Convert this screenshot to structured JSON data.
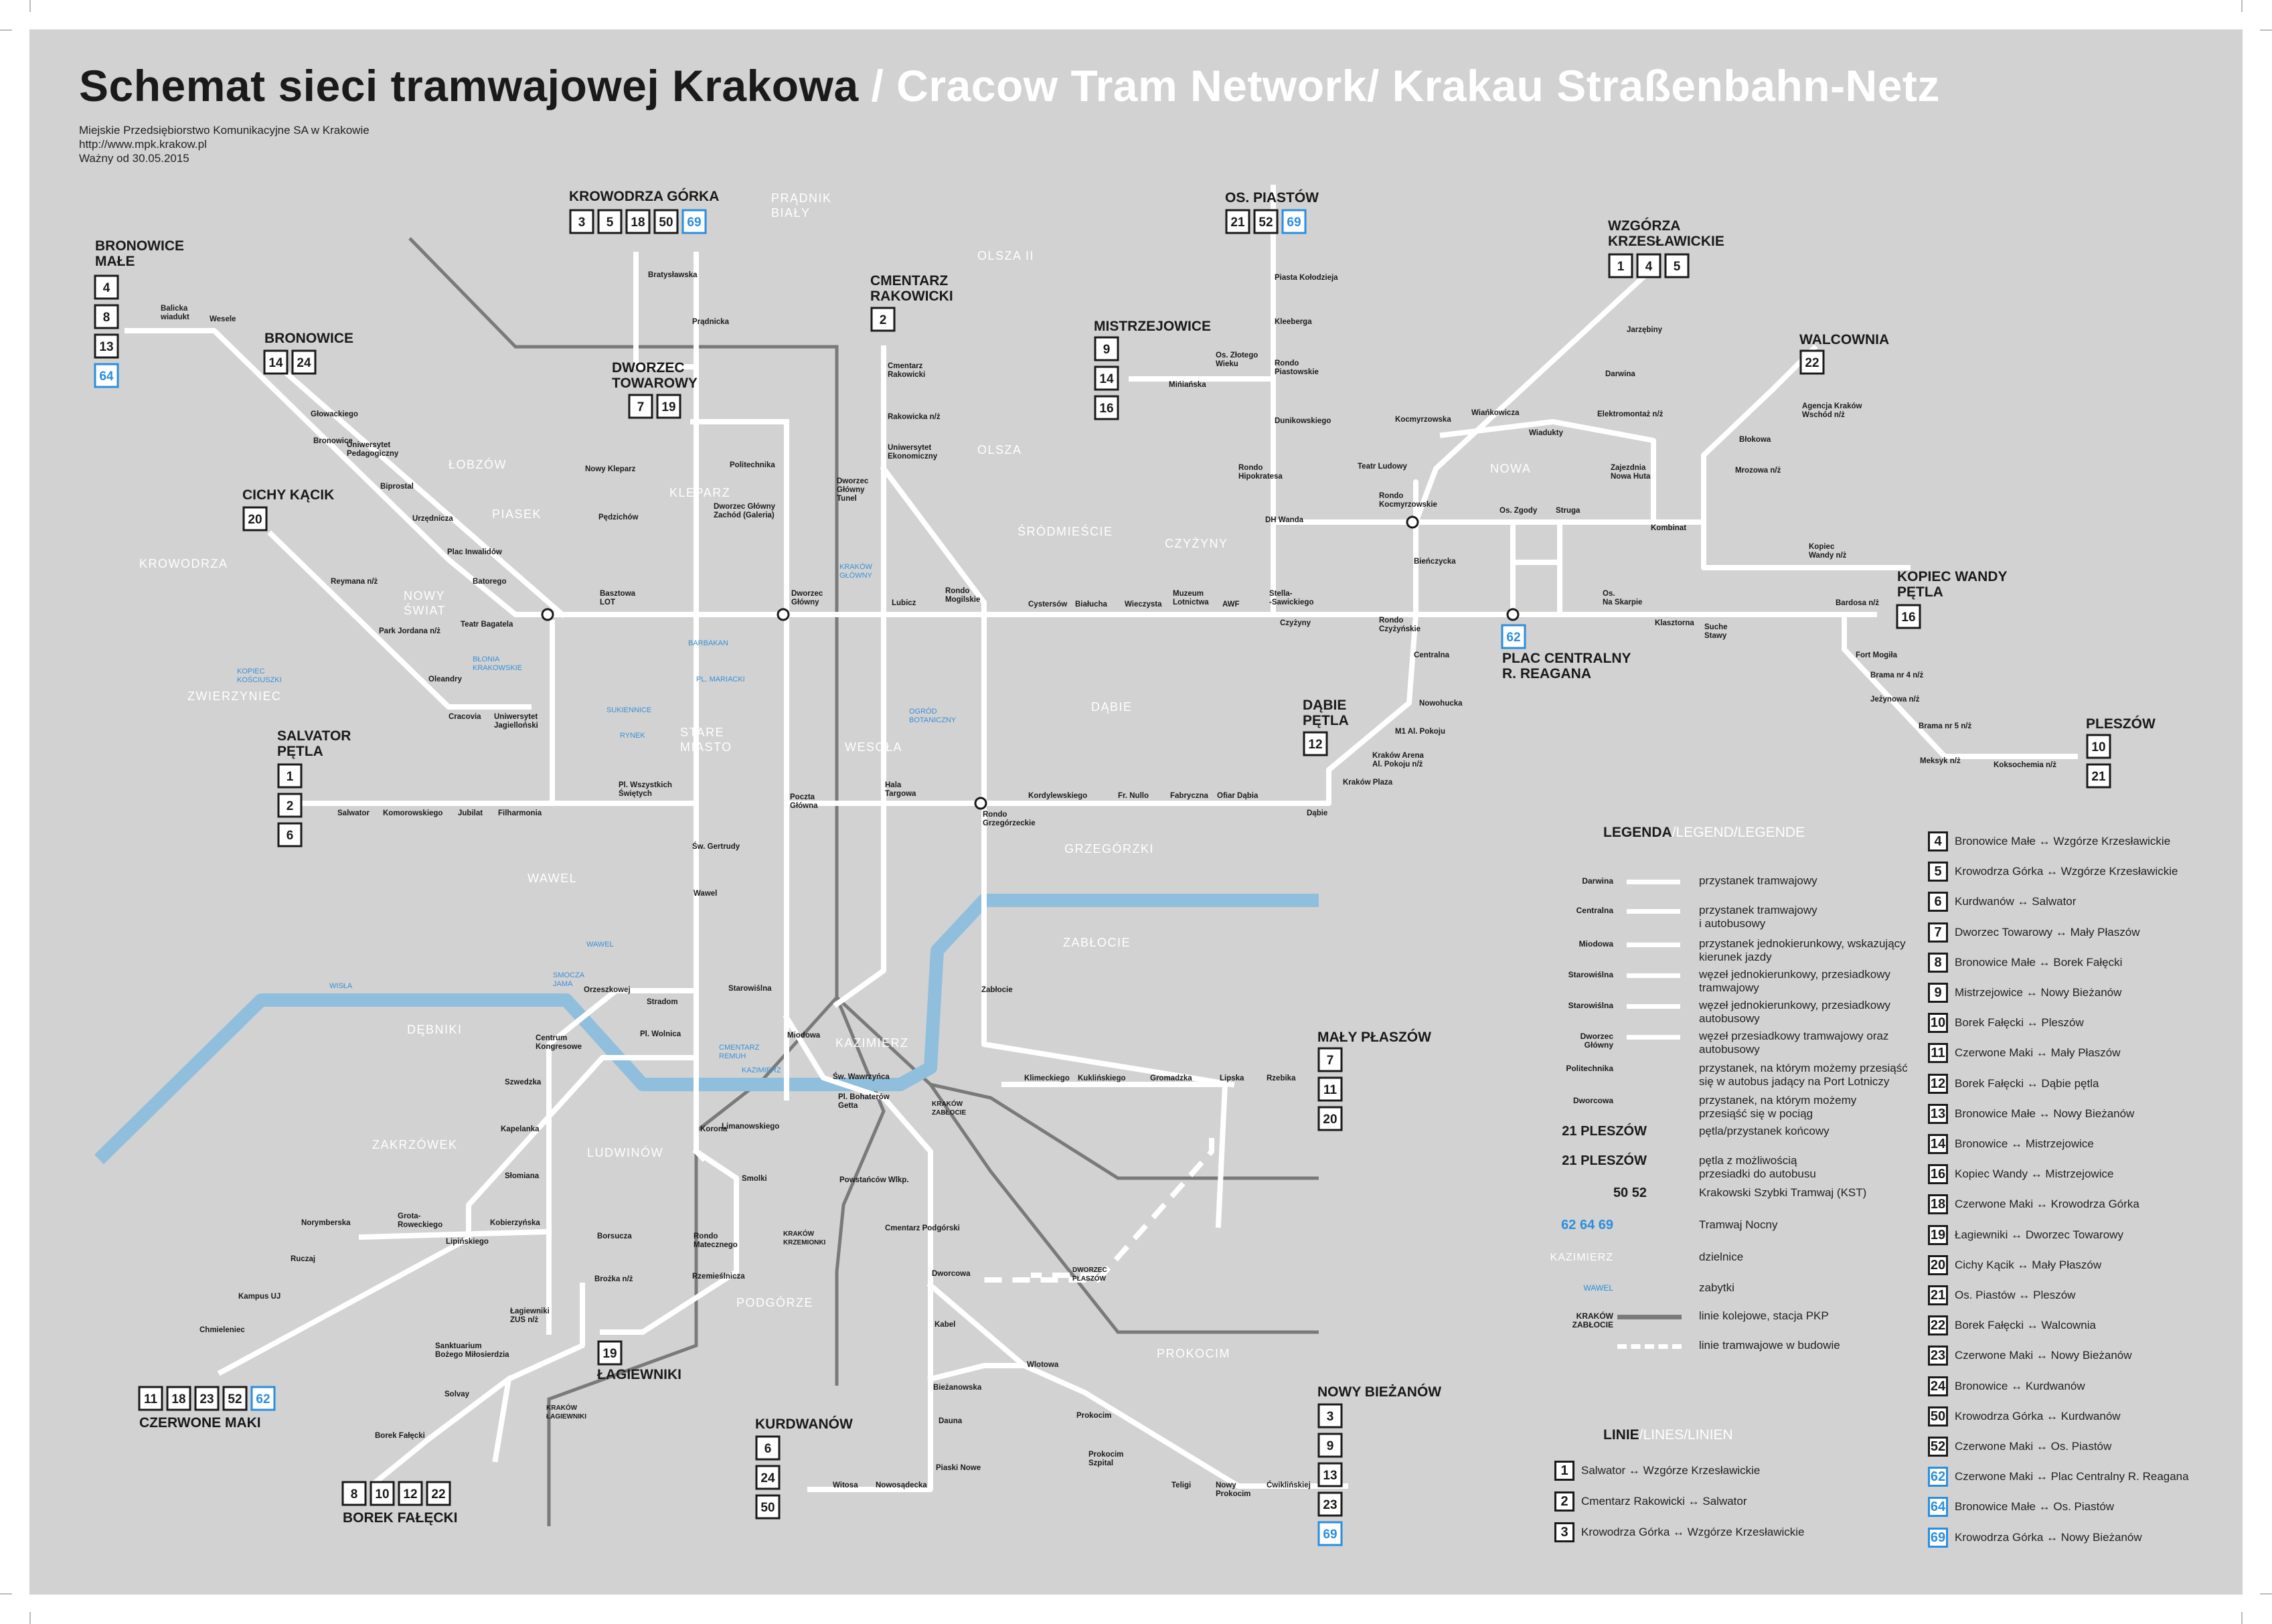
{
  "header": {
    "title_pl": "Schemat sieci tramwajowej Krakowa",
    "title_en": " / Cracow Tram Network/ Krakau Straßenbahn-Netz",
    "operator": "Miejskie Przedsiębiorstwo Komunikacyjne SA w Krakowie",
    "url": "http://www.mpk.krakow.pl",
    "valid_from": "Ważny od 30.05.2015"
  },
  "colors": {
    "background": "#d2d2d2",
    "tram": "#ffffff",
    "river": "#8fbfdc",
    "rail": "#7a7a7a",
    "night": "#2a8ee0",
    "text": "#1a1a1a"
  },
  "terminals": {
    "bronowice_male": {
      "name": "BRONOWICE\nMAŁE",
      "lines": [
        "4",
        "8",
        "13",
        "64"
      ]
    },
    "krowodrza_gorka": {
      "name": "KROWODRZA GÓRKA",
      "lines": [
        "3",
        "5",
        "18",
        "50",
        "69"
      ]
    },
    "cmentarz_rakowicki": {
      "name": "CMENTARZ\nRAKOWICKI",
      "lines": [
        "2"
      ]
    },
    "os_piastow": {
      "name": "OS. PIASTÓW",
      "lines": [
        "21",
        "52",
        "69"
      ]
    },
    "wzgorza": {
      "name": "WZGÓRZA\nKRZESŁAWICKIE",
      "lines": [
        "1",
        "4",
        "5"
      ]
    },
    "walcownia": {
      "name": "WALCOWNIA",
      "lines": [
        "22"
      ]
    },
    "bronowice": {
      "name": "BRONOWICE",
      "lines": [
        "14",
        "24"
      ]
    },
    "mistrzejowice": {
      "name": "MISTRZEJOWICE",
      "lines": [
        "9",
        "14",
        "16"
      ]
    },
    "dworzec_towarowy": {
      "name": "DWORZEC\nTOWAROWY",
      "lines": [
        "7",
        "19"
      ]
    },
    "cichy_kacik": {
      "name": "CICHY KĄCIK",
      "lines": [
        "20"
      ]
    },
    "kopiec_wandy": {
      "name": "KOPIEC WANDY\nPĘTLA",
      "lines": [
        "16"
      ]
    },
    "plac_centralny": {
      "name": "PLAC CENTRALNY\nR. REAGANA",
      "lines": [
        "62"
      ]
    },
    "salwator": {
      "name": "SALVATOR\nPĘTLA",
      "lines": [
        "1",
        "2",
        "6"
      ]
    },
    "dabie": {
      "name": "DĄBIE\nPĘTLA",
      "lines": [
        "12"
      ]
    },
    "pleszow": {
      "name": "PLESZÓW",
      "lines": [
        "10",
        "21"
      ]
    },
    "maly_plaszow": {
      "name": "MAŁY PŁASZÓW",
      "lines": [
        "7",
        "11",
        "20"
      ]
    },
    "lagiewniki": {
      "name": "ŁAGIEWNIKI",
      "lines": [
        "19"
      ]
    },
    "czerwone_maki": {
      "name": "CZERWONE MAKI",
      "lines": [
        "11",
        "18",
        "23",
        "52",
        "62"
      ]
    },
    "borek": {
      "name": "BOREK FAŁĘCKI",
      "lines": [
        "8",
        "10",
        "12",
        "22"
      ]
    },
    "kurdwanow": {
      "name": "KURDWANÓW",
      "lines": [
        "6",
        "24",
        "50"
      ]
    },
    "nowy_biezanow": {
      "name": "NOWY BIEŻANÓW",
      "lines": [
        "3",
        "9",
        "13",
        "23",
        "69"
      ]
    }
  },
  "districts": [
    "PRĄDNIK\nBIAŁY",
    "OLSZA II",
    "ŁOBZÓW",
    "PIASEK",
    "KROWODRZA",
    "NOWY\nŚWIAT",
    "ZWIERZYNIEC",
    "KLEPARZ",
    "OLSZA",
    "ŚRÓDMIEŚCIE",
    "CZYŻYNY",
    "NOWA",
    "DĄBIE",
    "WESOŁA",
    "STARE\nMIASTO",
    "WAWEL",
    "GRZEGÓRZKI",
    "ZABŁOCIE",
    "DĘBNIKI",
    "KAZIMIERZ",
    "ZAKRZÓWEK",
    "LUDWINÓW",
    "PODGÓRZE",
    "PROKOCIM"
  ],
  "sights": [
    "KOPIEC\nKOŚCIUSZKI",
    "BŁONIA\nKRAKOWSKIE",
    "BARBAKAN",
    "PL. MARIACKI",
    "SUKIENNICE",
    "RYNEK",
    "OGRÓD\nBOTANICZNY",
    "KRAKÓW\nGŁÓWNY",
    "WAWEL",
    "SMOCZA\nJAMA",
    "CMENTARZ\nREMUH",
    "KAZIMIERZ",
    "WISŁA"
  ],
  "stops": [
    "Balicka\nwiadukt",
    "Wesele",
    "Głowackiego",
    "Uniwersytet\nPedagogiczny",
    "Bronowice",
    "Biprostal",
    "Urzędnicza",
    "Plac Inwalidów",
    "Batorego",
    "Reymana n/ż",
    "Teatr Bagatela",
    "Park Jordana n/ż",
    "Oleandry",
    "Cracovia",
    "Uniwersytet\nJagielloński",
    "Bratysławska",
    "Prądnicka",
    "Nowy Kleparz",
    "Pędzichów",
    "Politechnika",
    "Dworzec Główny\nZachód (Galeria)",
    "Basztowa\nLOT",
    "Dworzec\nGłówny",
    "Cmentarz\nRakowicki",
    "Rakowicka n/ż",
    "Uniwersytet\nEkonomiczny",
    "Dworzec\nGłówny\nTunel",
    "Lubicz",
    "Rondo\nMogilskie",
    "Cystersów",
    "Białucha",
    "Wieczysta",
    "Muzeum\nLotnictwa",
    "AWF",
    "Stella-\n-Sawickiego",
    "Czyżyny",
    "Rondo\nCzyżyńskie",
    "Rondo\nHipokratesa",
    "DH Wanda",
    "Rondo\nKocmyrzowskie",
    "Piasta Kołodzieja",
    "Kleeberga",
    "Os. Złotego\nWieku",
    "Mińiańska",
    "Rondo\nPiastowskie",
    "Dunikowskiego",
    "Jarzębiny",
    "Darwina",
    "Kocmyrzowska",
    "Wiańkowicza",
    "Wiadukty",
    "Elektromontaż n/ż",
    "Zajezdnia\nNowa Huta",
    "Teatr Ludowy",
    "Os. Zgody",
    "Struga",
    "Kombinat",
    "Agencja Kraków\nWschód n/ż",
    "Błokowa",
    "Mrozowa n/ż",
    "Kopiec\nWandy n/ż",
    "Bardosa n/ż",
    "Fort Mogiła",
    "Brama nr 4 n/ż",
    "Jeżynowa n/ż",
    "Brama nr 5 n/ż",
    "Meksyk n/ż",
    "Koksochemia n/ż",
    "Bieńczycka",
    "Centralna",
    "Os.\nNa Skarpie",
    "Klasztorna",
    "Suche\nStawy",
    "Nowohucka",
    "M1 Al. Pokoju",
    "Kraków Arena\nAl. Pokoju n/ż",
    "Kraków Plaza",
    "Dąbie",
    "Salwator",
    "Komorowskiego",
    "Jubilat",
    "Filharmonia",
    "Pl. Wszystkich\nŚwiętych",
    "Poczta\nGłówna",
    "Hala\nTargowa",
    "Rondo\nGrzegórzeckie",
    "Kordylewskiego",
    "Fr. Nullo",
    "Fabryczna",
    "Ofiar Dąbia",
    "Św. Gertrudy",
    "Wawel",
    "Orzeszkowej",
    "Stradom",
    "Starowiślna",
    "Centrum\nKongresowe",
    "Pl. Wolnica",
    "Miodowa",
    "Św. Wawrzyńca",
    "Zabłocie",
    "Klimeckiego",
    "Kuklińskiego",
    "Gromadzka",
    "Lipska",
    "Rzebika",
    "Szwedzka",
    "Kapelanka",
    "Słomiana",
    "Korona",
    "Limanowskiego",
    "Pl. Bohaterów\nGetta",
    "Smolki",
    "Powstańców Wlkp.",
    "Cmentarz Podgórski",
    "Norymberska",
    "Grota-\nRoweckiego",
    "Kobierzyńska",
    "Lipińskiego",
    "Borsucza",
    "Rondo\nMatecznego",
    "Brożka n/ż",
    "Rzemieślnicza",
    "Ruczaj",
    "Kampus UJ",
    "Chmieleniec",
    "Łagiewniki\nZUS n/ż",
    "Sanktuarium\nBożego Miłosierdzia",
    "Solvay",
    "Borek Fałęcki",
    "Dworcowa",
    "Kabel",
    "Wlotowa",
    "Bieżanowska",
    "Dauna",
    "Prokocim",
    "Prokocim\nSzpital",
    "Teligi",
    "Nowy\nProkocim",
    "Ćwiklińskiej",
    "Witosa",
    "Nowosądecka",
    "Piaski Nowe"
  ],
  "rail_stations": [
    "KRAKÓW\nZABŁOCIE",
    "KRAKÓW\nKRZEMIONKI",
    "KRAKÓW\nŁAGIEWNIKI",
    "DWORZEC\nPŁASZÓW"
  ],
  "legend": {
    "heading": "LEGENDA",
    "heading_alt": "/LEGEND/LEGENDE",
    "items": [
      {
        "sample": "Darwina",
        "text": "przystanek tramwajowy"
      },
      {
        "sample": "Centralna",
        "text": "przystanek tramwajowy\ni autobusowy"
      },
      {
        "sample": "Miodowa",
        "text": "przystanek jednokierunkowy, wskazujący\nkierunek jazdy"
      },
      {
        "sample": "Starowiślna",
        "text": "węzeł jednokierunkowy, przesiadkowy\ntramwajowy"
      },
      {
        "sample": "Starowiślna",
        "text": "węzeł jednokierunkowy, przesiadkowy\nautobusowy"
      },
      {
        "sample": "Dworzec Główny",
        "text": "węzeł przesiadkowy tramwajowy oraz\nautobusowy"
      },
      {
        "sample": "Politechnika",
        "text": "przystanek, na którym możemy przesiąść\nsię w autobus jadący na Port Lotniczy"
      },
      {
        "sample": "Dworcowa",
        "text": "przystanek, na którym możemy\nprzesiąść się w pociąg"
      },
      {
        "sample_num": "21",
        "sample": "PLESZÓW",
        "text": "pętla/przystanek końcowy"
      },
      {
        "sample_num": "21",
        "sample": "PLESZÓW",
        "text": "pętla z możliwością\nprzesiadki do autobusu"
      },
      {
        "sample": "50 52",
        "text": "Krakowski Szybki Tramwaj (KST)"
      },
      {
        "sample": "62 64 69",
        "text": "Tramwaj Nocny"
      },
      {
        "sample": "KAZIMIERZ",
        "text": "dzielnice"
      },
      {
        "sample": "WAWEL",
        "text": "zabytki"
      },
      {
        "sample": "KRAKÓW\nZABŁOCIE",
        "text": "linie kolejowe, stacja PKP"
      },
      {
        "sample": "",
        "text": "linie tramwajowe w budowie"
      }
    ],
    "lines_heading": "LINIE",
    "lines_heading_alt": "/LINES/LINIEN"
  },
  "lines": [
    {
      "num": "1",
      "route": "Salwator ↔ Wzgórze Krzesławickie",
      "night": false
    },
    {
      "num": "2",
      "route": "Cmentarz Rakowicki ↔ Salwator",
      "night": false
    },
    {
      "num": "3",
      "route": "Krowodrza Górka ↔ Wzgórze Krzesławickie",
      "night": false
    },
    {
      "num": "4",
      "route": "Bronowice Małe ↔ Wzgórze Krzesławickie",
      "night": false
    },
    {
      "num": "5",
      "route": "Krowodrza Górka ↔ Wzgórze Krzesławickie",
      "night": false
    },
    {
      "num": "6",
      "route": "Kurdwanów ↔ Salwator",
      "night": false
    },
    {
      "num": "7",
      "route": "Dworzec Towarowy ↔ Mały Płaszów",
      "night": false
    },
    {
      "num": "8",
      "route": "Bronowice Małe ↔ Borek Fałęcki",
      "night": false
    },
    {
      "num": "9",
      "route": "Mistrzejowice ↔ Nowy Bieżanów",
      "night": false
    },
    {
      "num": "10",
      "route": "Borek Fałęcki ↔ Pleszów",
      "night": false
    },
    {
      "num": "11",
      "route": "Czerwone Maki ↔ Mały Płaszów",
      "night": false
    },
    {
      "num": "12",
      "route": "Borek Fałęcki ↔ Dąbie pętla",
      "night": false
    },
    {
      "num": "13",
      "route": "Bronowice Małe ↔ Nowy Bieżanów",
      "night": false
    },
    {
      "num": "14",
      "route": "Bronowice ↔ Mistrzejowice",
      "night": false
    },
    {
      "num": "16",
      "route": "Kopiec Wandy ↔ Mistrzejowice",
      "night": false
    },
    {
      "num": "18",
      "route": "Czerwone Maki ↔ Krowodrza Górka",
      "night": false
    },
    {
      "num": "19",
      "route": "Łagiewniki ↔ Dworzec Towarowy",
      "night": false
    },
    {
      "num": "20",
      "route": "Cichy Kącik ↔ Mały Płaszów",
      "night": false
    },
    {
      "num": "21",
      "route": "Os. Piastów ↔ Pleszów",
      "night": false
    },
    {
      "num": "22",
      "route": "Borek Fałęcki ↔ Walcownia",
      "night": false
    },
    {
      "num": "23",
      "route": "Czerwone Maki ↔ Nowy Bieżanów",
      "night": false
    },
    {
      "num": "24",
      "route": "Bronowice ↔ Kurdwanów",
      "night": false
    },
    {
      "num": "50",
      "route": "Krowodrza Górka ↔ Kurdwanów",
      "night": false
    },
    {
      "num": "52",
      "route": "Czerwone Maki ↔ Os. Piastów",
      "night": false
    },
    {
      "num": "62",
      "route": "Czerwone Maki ↔ Plac Centralny R. Reagana",
      "night": true
    },
    {
      "num": "64",
      "route": "Bronowice Małe ↔ Os. Piastów",
      "night": true
    },
    {
      "num": "69",
      "route": "Krowodrza Górka ↔ Nowy Bieżanów",
      "night": true
    }
  ]
}
